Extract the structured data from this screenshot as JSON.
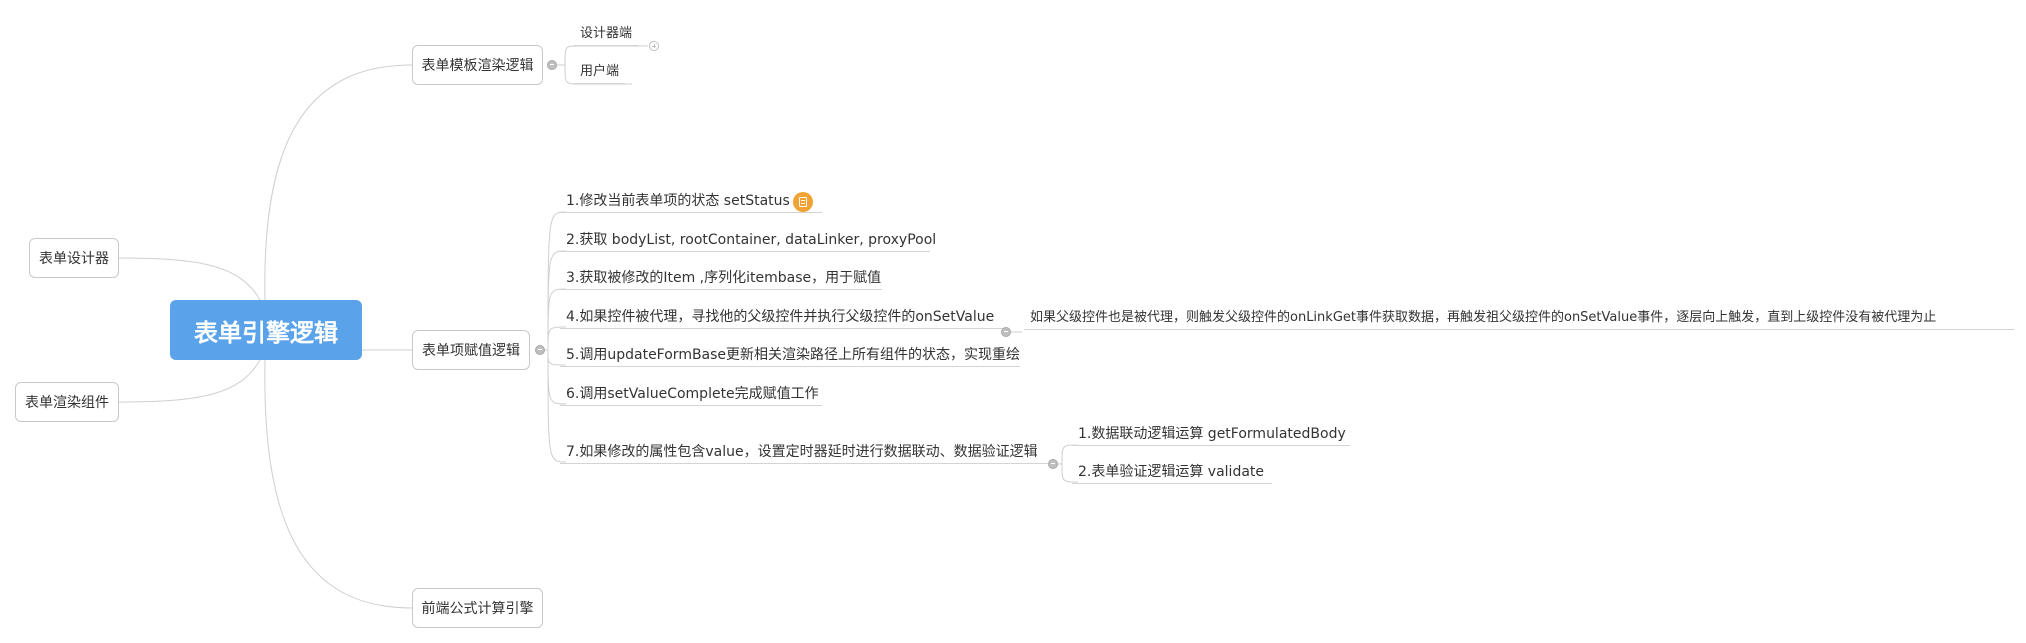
{
  "root": {
    "label": "表单引擎逻辑"
  },
  "left_branches": [
    {
      "label": "表单设计器"
    },
    {
      "label": "表单渲染组件"
    }
  ],
  "right_branches": {
    "template_render": {
      "label": "表单模板渲染逻辑",
      "children": [
        "设计器端",
        "用户端"
      ]
    },
    "assignment": {
      "label": "表单项赋值逻辑",
      "children": [
        "1.修改当前表单项的状态 setStatus",
        "2.获取 bodyList, rootContainer, dataLinker, proxyPool",
        "3.获取被修改的Item ,序列化itembase，用于赋值",
        "4.如果控件被代理，寻找他的父级控件并执行父级控件的onSetValue",
        "5.调用updateFormBase更新相关渲染路径上所有组件的状态，实现重绘",
        "6.调用setValueComplete完成赋值工作",
        "7.如果修改的属性包含value，设置定时器延时进行数据联动、数据验证逻辑"
      ],
      "step4_child": "如果父级控件也是被代理，则触发父级控件的onLinkGet事件获取数据，再触发祖父级控件的onSetValue事件，逐层向上触发，直到上级控件没有被代理为止",
      "step7_children": [
        "1.数据联动逻辑运算 getFormulatedBody",
        "2.表单验证逻辑运算 validate"
      ]
    },
    "formula": {
      "label": "前端公式计算引擎"
    }
  },
  "icons": {
    "note": "note-icon",
    "collapse": "collapse-toggle-icon",
    "expand": "expand-toggle-icon"
  },
  "colors": {
    "root_fill": "#5aa2ea",
    "line": "#cfcfcf",
    "note": "#f0a332"
  }
}
